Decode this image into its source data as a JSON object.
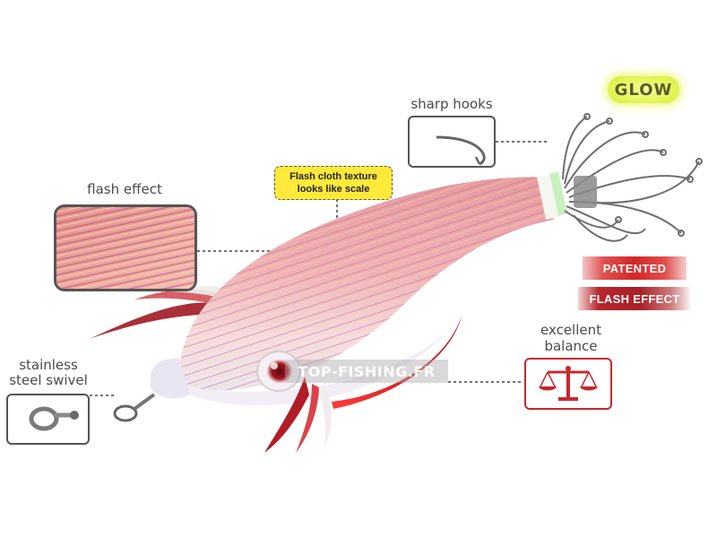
{
  "labels": {
    "sharp_hooks": "sharp hooks",
    "flash_effect": "flash effect",
    "stainless_line1": "stainless",
    "stainless_line2": "steel swivel",
    "balance_line1": "excellent",
    "balance_line2": "balance"
  },
  "glow_badge": "GLOW",
  "callout": {
    "line1": "Flash cloth texture",
    "line2": "looks like scale"
  },
  "badges": {
    "patented": "PATENTED",
    "flash_effect": "FLASH EFFECT"
  },
  "watermark": "TOP-FISHING.FR",
  "colors": {
    "body_pink": "#f2b3b8",
    "accent_red": "#d32626",
    "glow_yellow": "#e6f45a",
    "callout_yellow": "#ffe93a",
    "balance_red": "#c8282e"
  },
  "icons": [
    "hook-icon",
    "balance-scale-icon",
    "swivel-icon"
  ]
}
